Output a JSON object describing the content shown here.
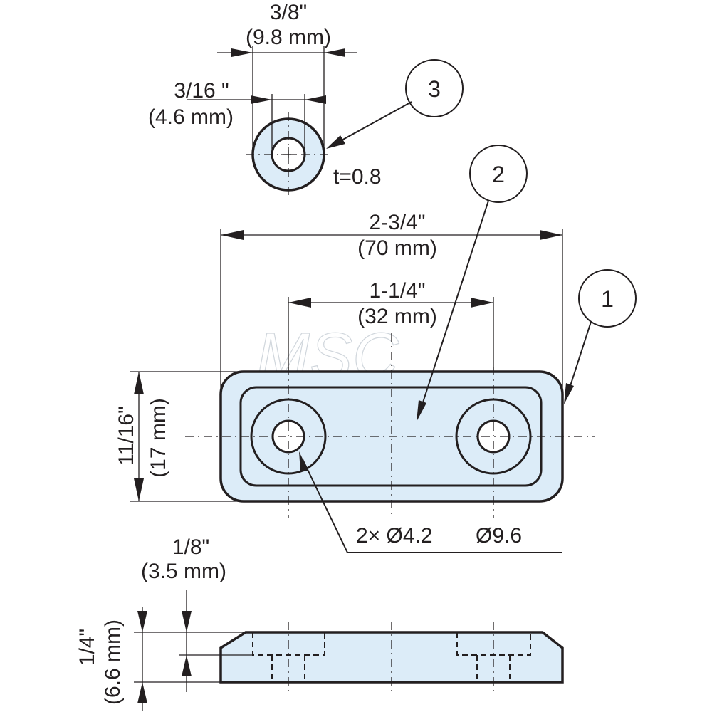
{
  "watermark": "MSC",
  "washer_view": {
    "outer_diameter_in": "3/8\"",
    "outer_diameter_mm": "(9.8 mm)",
    "inner_diameter_in": "3/16 \"",
    "inner_diameter_mm": "(4.6 mm)",
    "thickness": "t=0.8",
    "callout": "3"
  },
  "top_view": {
    "overall_length_in": "2-3/4\"",
    "overall_length_mm": "(70 mm)",
    "hole_spacing_in": "1-1/4\"",
    "hole_spacing_mm": "(32 mm)",
    "width_in": "11/16\"",
    "width_mm": "(17 mm)",
    "hole_dia_label": "2× Ø4.2",
    "counterbore_label": "Ø9.6",
    "callout_base": "1",
    "callout_pad": "2"
  },
  "side_view": {
    "recess_depth_in": "1/8\"",
    "recess_depth_mm": "(3.5 mm)",
    "height_in": "1/4\"",
    "height_mm": "(6.6 mm)"
  },
  "colors": {
    "part_fill": "#dcecf8",
    "line": "#231f20"
  }
}
